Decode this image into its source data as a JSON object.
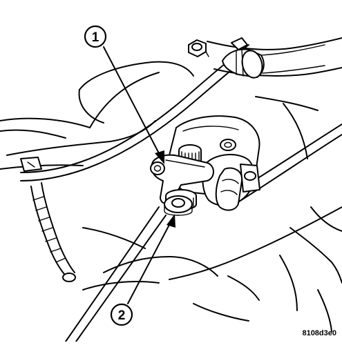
{
  "callouts": [
    {
      "number": "1"
    },
    {
      "number": "2"
    }
  ],
  "figure_code": "8108d3e0"
}
